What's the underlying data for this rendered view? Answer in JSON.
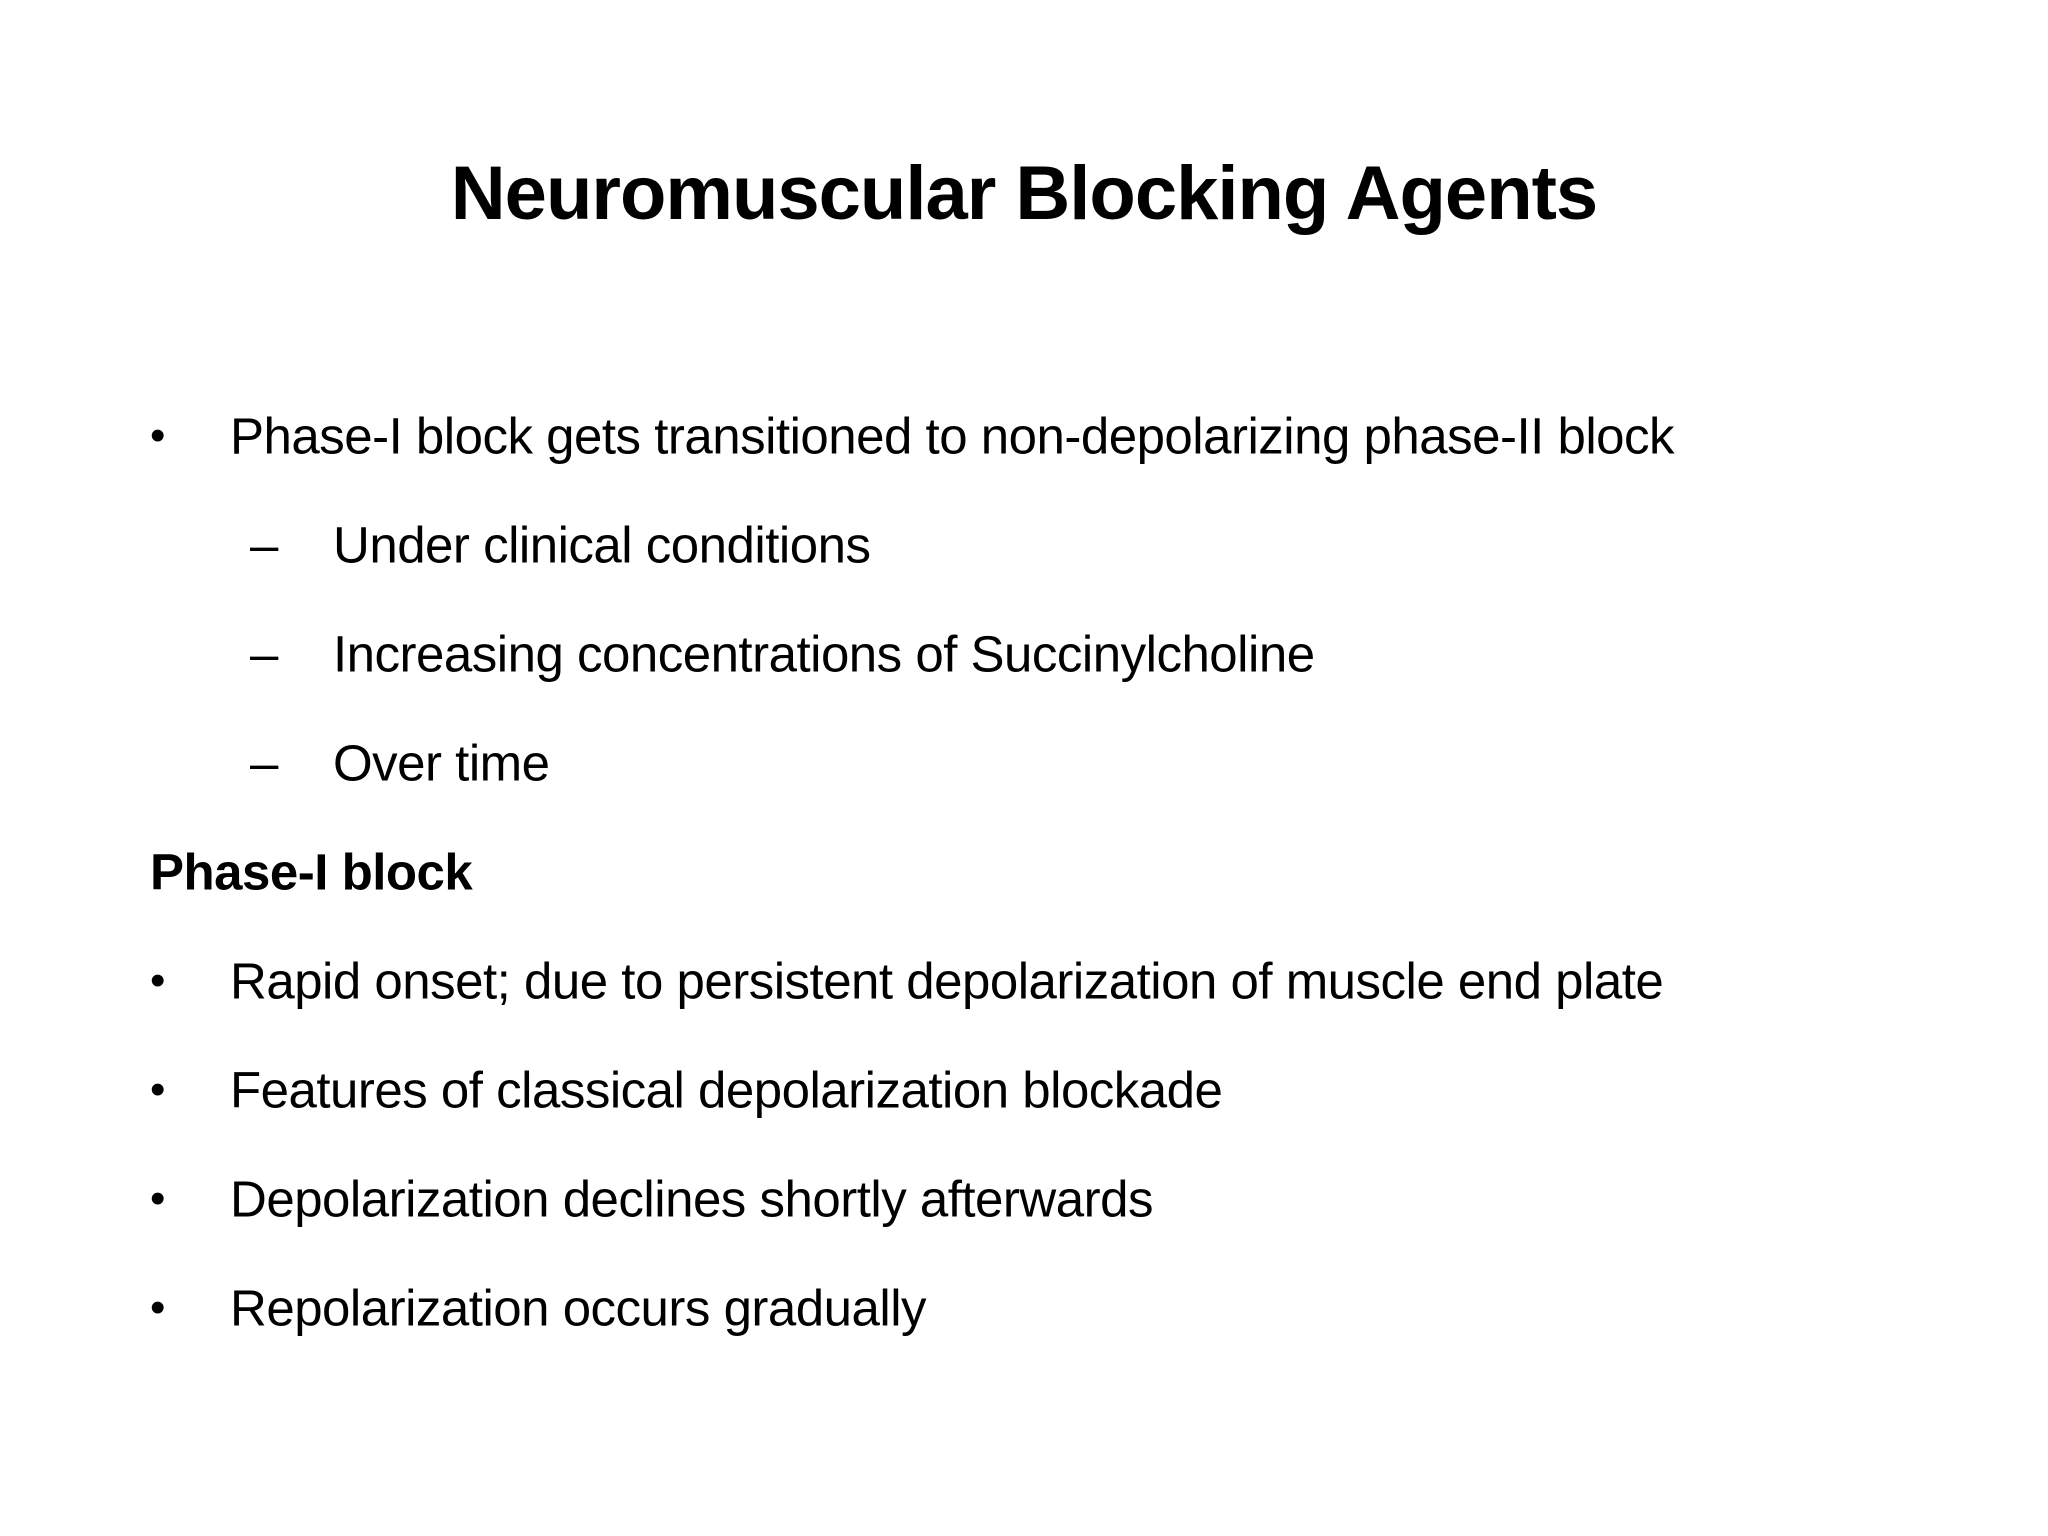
{
  "slide": {
    "title": "Neuromuscular Blocking Agents",
    "content": {
      "items": [
        {
          "level": "bullet",
          "marker": "•",
          "text": "Phase-I block gets transitioned to non-depolarizing phase-II block"
        },
        {
          "level": "dash",
          "marker": "–",
          "text": "Under clinical conditions"
        },
        {
          "level": "dash",
          "marker": "–",
          "text": "Increasing concentrations of Succinylcholine"
        },
        {
          "level": "dash",
          "marker": "–",
          "text": "Over time"
        },
        {
          "level": "heading",
          "marker": "",
          "text": "Phase-I block"
        },
        {
          "level": "bullet",
          "marker": "•",
          "text": "Rapid onset; due to persistent depolarization of muscle end plate"
        },
        {
          "level": "bullet",
          "marker": "•",
          "text": "Features of classical depolarization blockade"
        },
        {
          "level": "bullet",
          "marker": "•",
          "text": "Depolarization declines shortly afterwards"
        },
        {
          "level": "bullet",
          "marker": "•",
          "text": "Repolarization occurs gradually"
        }
      ]
    },
    "colors": {
      "background": "#ffffff",
      "text": "#000000"
    }
  }
}
